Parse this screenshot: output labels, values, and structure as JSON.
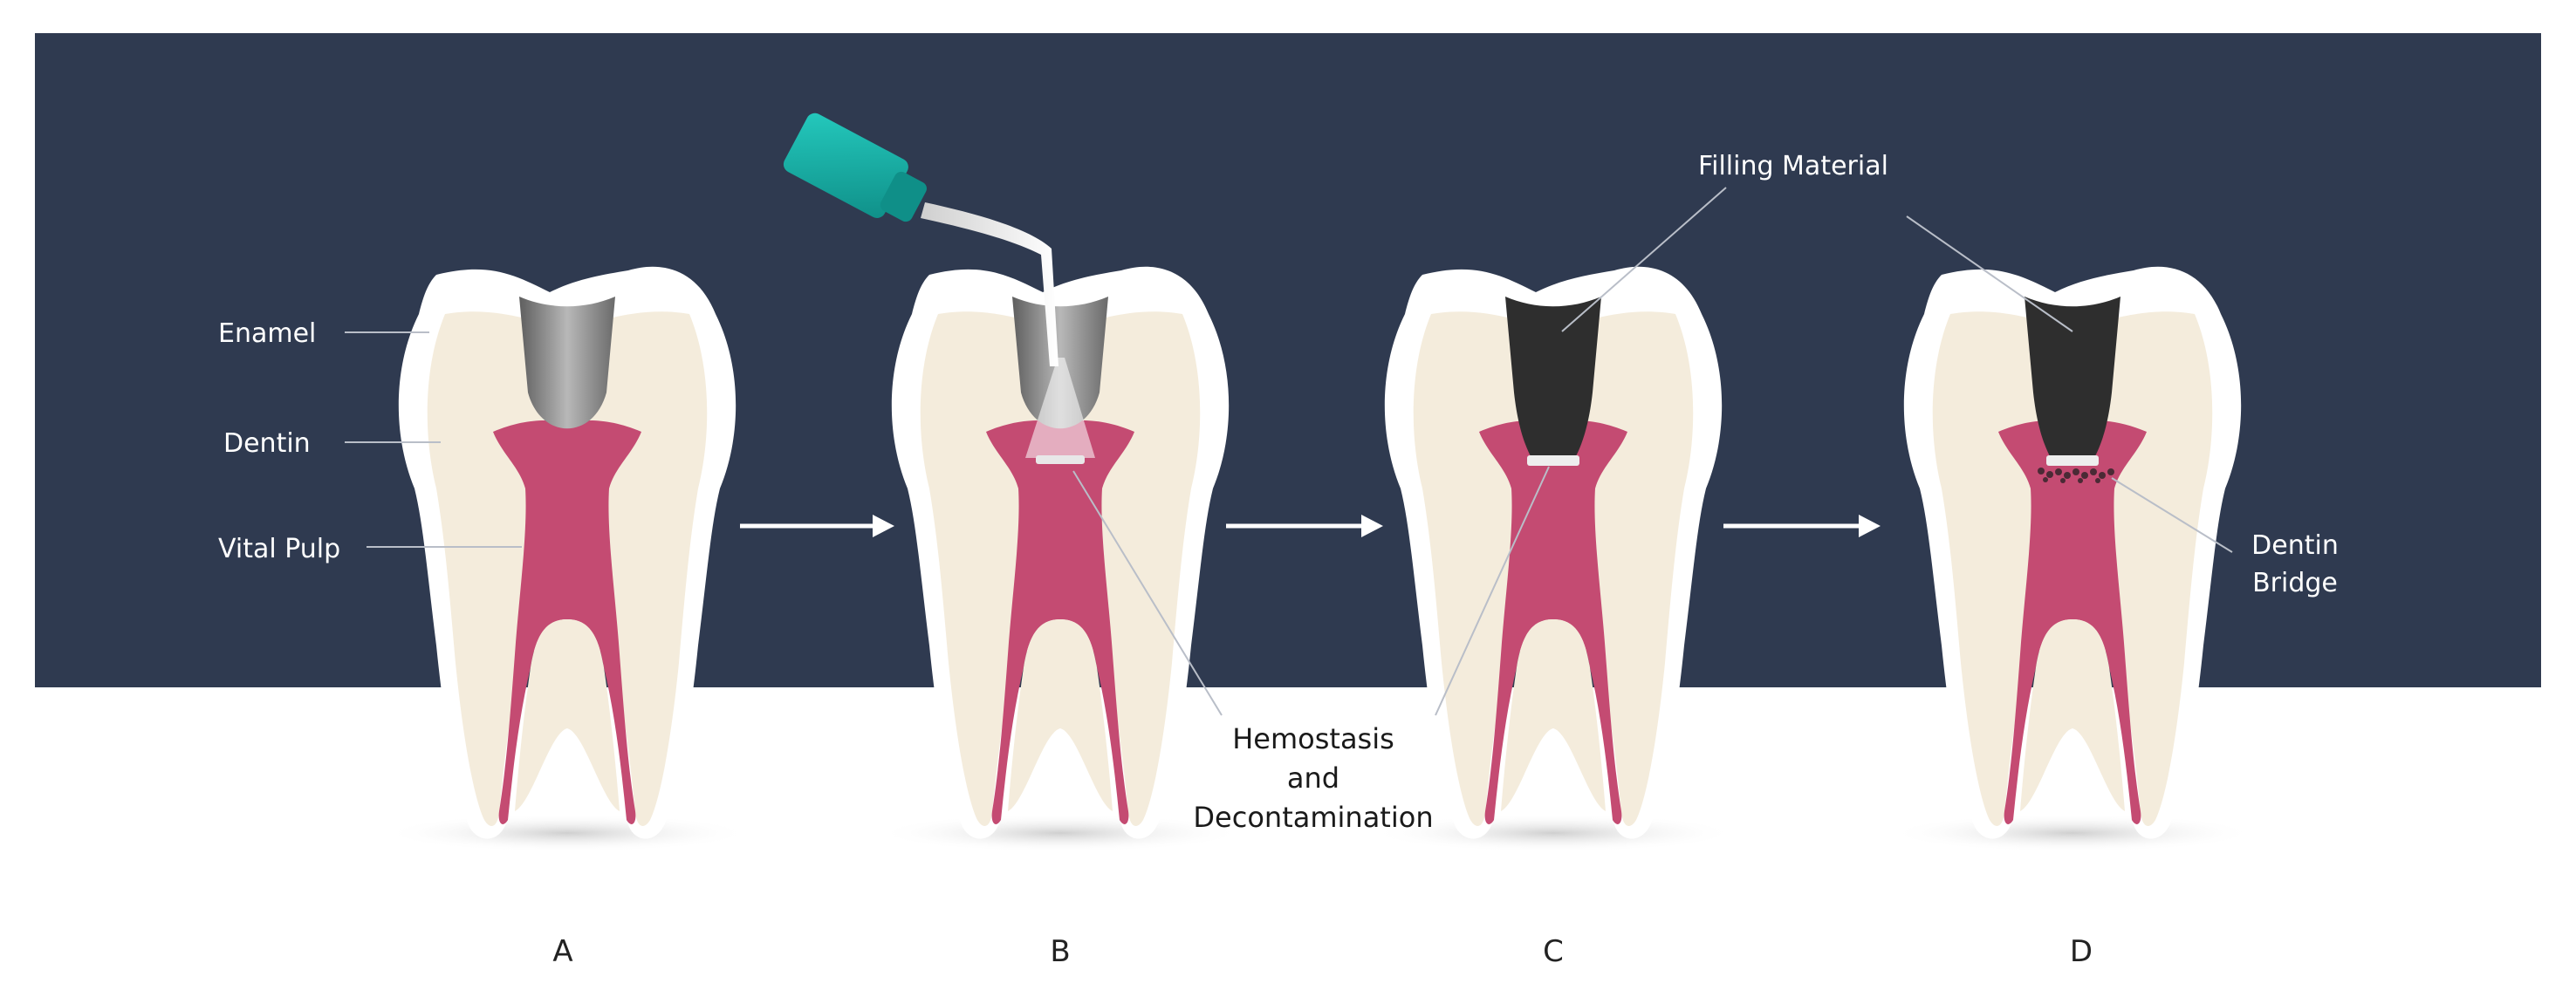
{
  "figure": {
    "structure_labels": {
      "enamel": "Enamel",
      "dentin": "Dentin",
      "vital_pulp": "Vital Pulp"
    },
    "annotations": {
      "filling_material": "Filling Material",
      "hemostasis_line1": "Hemostasis",
      "hemostasis_line2": "and",
      "hemostasis_line3": "Decontamination",
      "dentin_bridge_line1": "Dentin",
      "dentin_bridge_line2": "Bridge"
    },
    "panels": [
      "A",
      "B",
      "C",
      "D"
    ],
    "colors": {
      "background_band": "#2f3a50",
      "enamel": "#ffffff",
      "dentin": "#f4ecdc",
      "pulp": "#c44b72",
      "cavity_prep": "#8a8a8a",
      "filling": "#2e2e2e",
      "applicator": "#16b3a8"
    }
  }
}
